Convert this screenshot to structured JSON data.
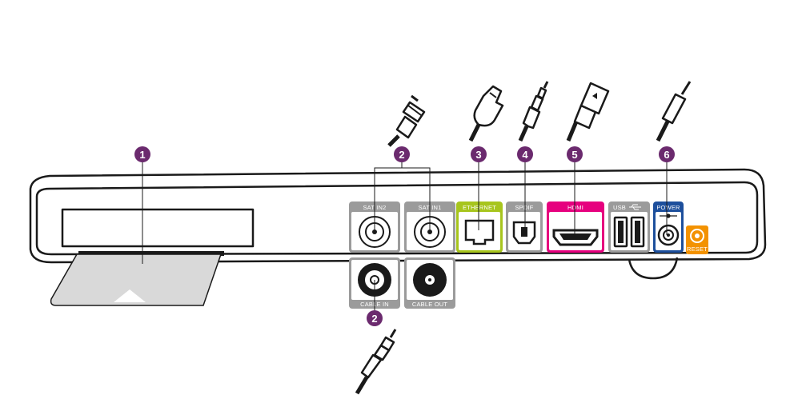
{
  "colors": {
    "badge": "#6b2a6e",
    "outline": "#1a1a1a",
    "port_gray": "#9b9b9b",
    "ethernet": "#a7c51d",
    "hdmi": "#e6007e",
    "power": "#1d4f9c",
    "reset": "#f39200",
    "card": "#d9d9d9"
  },
  "ports": {
    "sat_in2": "SAT IN2",
    "sat_in1": "SAT IN1",
    "ethernet": "ETHERNET",
    "spdif": "SPDIF",
    "hdmi": "HDMI",
    "usb": "USB",
    "power": "POWER",
    "reset": "RESET",
    "cable_in": "CABLE IN",
    "cable_out": "CABLE OUT"
  },
  "badges": {
    "card_slot": "1",
    "satellite": "2",
    "cable": "2",
    "ethernet": "3",
    "spdif": "4",
    "hdmi": "5",
    "power": "6"
  },
  "icons": {
    "usb": "usb-symbol-icon",
    "power": "dc-polarity-icon",
    "card_arrow": "triangle-up-icon"
  }
}
